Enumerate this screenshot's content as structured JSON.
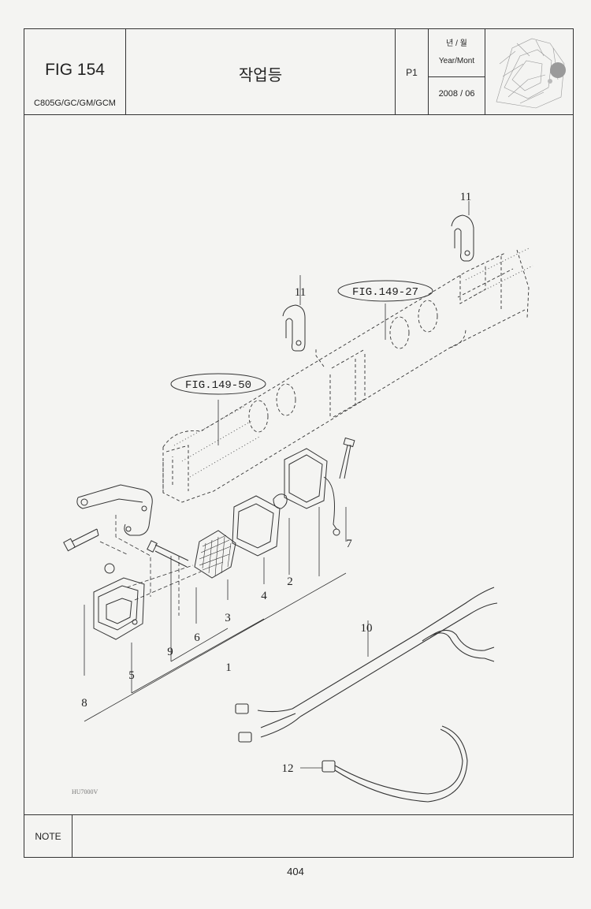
{
  "header": {
    "fig": "FIG 154",
    "models": "C805G/GC/GM/GCM",
    "title": "작업등",
    "page_code": "P1",
    "year_month_korean": "년 / 월",
    "year_month_english": "Year/Mont",
    "year_month_value": "2008 / 06"
  },
  "drawing": {
    "refs": [
      "FIG.149-27",
      "FIG.149-50"
    ],
    "callouts": [
      "11",
      "11",
      "7",
      "2",
      "4",
      "3",
      "1",
      "6",
      "9",
      "5",
      "8",
      "10",
      "12"
    ],
    "drawing_code": "HU7000V"
  },
  "note": {
    "label": "NOTE"
  },
  "footer": {
    "page_number": "404"
  }
}
